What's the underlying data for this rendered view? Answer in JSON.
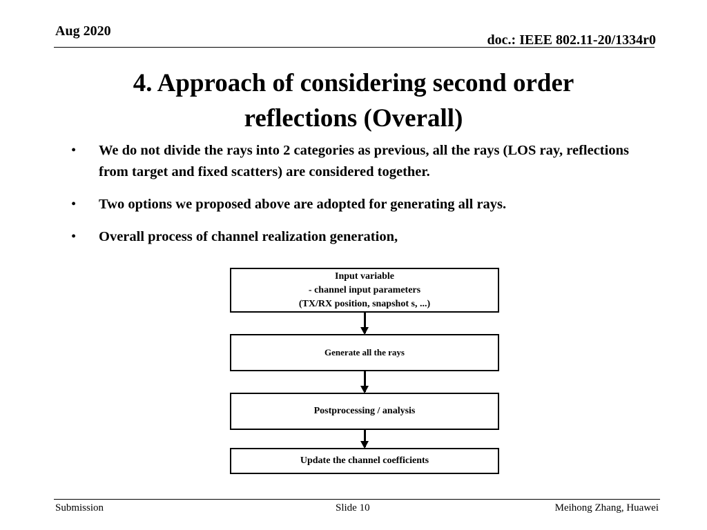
{
  "header": {
    "date": "Aug 2020",
    "doc_id": "doc.: IEEE 802.11-20/1334r0"
  },
  "title": {
    "line1": "4. Approach of considering second order",
    "line2": "reflections (Overall)"
  },
  "bullets": [
    {
      "marker": "•",
      "text": "We do not divide the rays into 2 categories as previous, all the rays (LOS ray, reflections from target and fixed scatters) are considered together."
    },
    {
      "marker": "•",
      "text": "Two options we proposed above are adopted for generating all rays."
    },
    {
      "marker": "•",
      "text": "Overall process of channel realization generation,"
    }
  ],
  "flowchart": {
    "box1": {
      "line1": "Input variable",
      "line2": "- channel input parameters",
      "line3": "(TX/RX position, snapshot s, ...)"
    },
    "box2": "Generate all the rays",
    "box3": "Postprocessing / analysis",
    "box4": "Update the channel coefficients"
  },
  "footer": {
    "left": "Submission",
    "center": "Slide 10",
    "right": "Meihong Zhang, Huawei"
  }
}
